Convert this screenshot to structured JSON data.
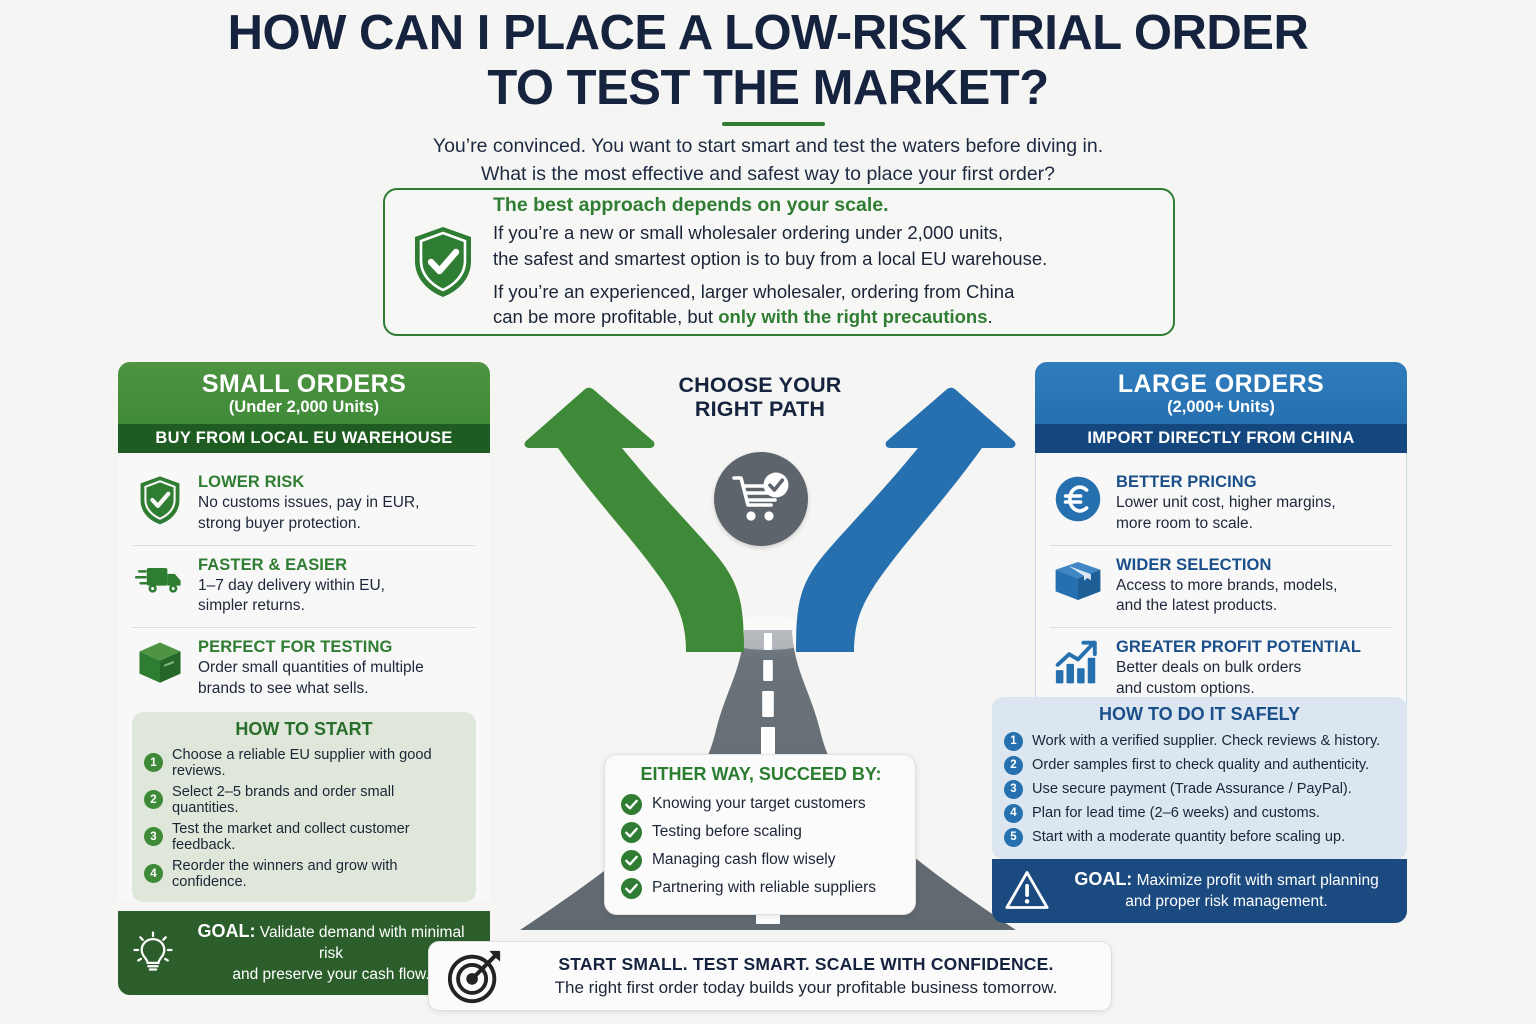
{
  "title": {
    "line1": "HOW CAN I PLACE A LOW-RISK TRIAL ORDER",
    "line2": "TO TEST THE MARKET?"
  },
  "subtitle": {
    "line1": "You’re convinced. You want to start smart and test the waters before diving in.",
    "line2": "What is the most effective and safest way to place your first order?"
  },
  "callout": {
    "icon": "shield-check-icon",
    "heading": "The best approach depends on your scale.",
    "para1_line1": "If you’re a new or small wholesaler ordering under 2,000 units,",
    "para1_line2": "the safest and smartest option is to buy from a local EU warehouse.",
    "para2_line1": "If you’re an experienced, larger wholesaler, ordering from China",
    "para2_pre": "can be more profitable, but ",
    "para2_highlight": "only with the right precautions",
    "para2_post": "."
  },
  "center": {
    "label_line1": "CHOOSE YOUR",
    "label_line2": "RIGHT PATH",
    "badge_icon": "shopping-cart-check-icon",
    "left_arrow_icon": "curved-arrow-left-icon",
    "right_arrow_icon": "curved-arrow-right-icon"
  },
  "small_orders": {
    "title": "SMALL ORDERS",
    "subtitle": "(Under 2,000 Units)",
    "banner": "BUY FROM LOCAL EU WAREHOUSE",
    "features": [
      {
        "icon": "shield-check-icon",
        "heading": "LOWER RISK",
        "desc_line1": "No customs issues, pay in EUR,",
        "desc_line2": "strong buyer protection."
      },
      {
        "icon": "delivery-truck-icon",
        "heading": "FASTER & EASIER",
        "desc_line1": "1–7 day delivery within EU,",
        "desc_line2": "simpler returns."
      },
      {
        "icon": "box-3d-icon",
        "heading": "PERFECT FOR TESTING",
        "desc_line1": "Order small quantities of multiple",
        "desc_line2": "brands to see what sells."
      }
    ],
    "steps_title": "HOW TO START",
    "steps": [
      {
        "num": "1",
        "text": "Choose a reliable EU supplier with good reviews."
      },
      {
        "num": "2",
        "text": "Select 2–5 brands and order small quantities."
      },
      {
        "num": "3",
        "text": "Test the market and collect customer feedback."
      },
      {
        "num": "4",
        "text": "Reorder the winners and grow with confidence."
      }
    ],
    "goal_icon": "lightbulb-icon",
    "goal_label": "GOAL:",
    "goal_line1": "Validate demand with minimal risk",
    "goal_line2": "and preserve your cash flow."
  },
  "large_orders": {
    "title": "LARGE ORDERS",
    "subtitle": "(2,000+ Units)",
    "banner": "IMPORT DIRECTLY FROM CHINA",
    "features": [
      {
        "icon": "euro-circle-icon",
        "heading": "BETTER PRICING",
        "desc_line1": "Lower unit cost, higher margins,",
        "desc_line2": "more room to scale."
      },
      {
        "icon": "box-3d-icon",
        "heading": "WIDER SELECTION",
        "desc_line1": "Access to more brands, models,",
        "desc_line2": "and the latest products."
      },
      {
        "icon": "growth-chart-icon",
        "heading": "GREATER PROFIT POTENTIAL",
        "desc_line1": "Better deals on bulk orders",
        "desc_line2": "and custom options."
      }
    ],
    "steps_title": "HOW TO DO IT SAFELY",
    "steps": [
      {
        "num": "1",
        "text": "Work with a verified supplier. Check reviews & history."
      },
      {
        "num": "2",
        "text": "Order samples first to check quality and authenticity."
      },
      {
        "num": "3",
        "text": "Use secure payment (Trade Assurance / PayPal)."
      },
      {
        "num": "4",
        "text": "Plan for lead time (2–6 weeks) and customs."
      },
      {
        "num": "5",
        "text": "Start with a moderate quantity before scaling up."
      }
    ],
    "goal_icon": "warning-triangle-icon",
    "goal_label": "GOAL:",
    "goal_line1": "Maximize profit with smart planning",
    "goal_line2": "and proper risk management."
  },
  "either_way": {
    "title": "EITHER WAY, SUCCEED BY:",
    "items": [
      {
        "icon": "check-circle-icon",
        "text": "Knowing your target customers"
      },
      {
        "icon": "check-circle-icon",
        "text": "Testing before scaling"
      },
      {
        "icon": "check-circle-icon",
        "text": "Managing cash flow wisely"
      },
      {
        "icon": "check-circle-icon",
        "text": "Partnering with reliable suppliers"
      }
    ]
  },
  "bottom_banner": {
    "icon": "target-dart-icon",
    "line1": "START SMALL. TEST SMART. SCALE WITH CONFIDENCE.",
    "line2": "The right first order today builds your profitable business tomorrow."
  },
  "colors": {
    "background": "#f5f5f3",
    "navy": "#16233f",
    "green": "#2f7d32",
    "green_header": "#3f8a38",
    "green_dark": "#1f5c22",
    "green_goal": "#2b5e2b",
    "blue": "#2670b0",
    "blue_dark": "#14477e",
    "blue_goal": "#1b4a80",
    "road_gray": "#646c74"
  }
}
